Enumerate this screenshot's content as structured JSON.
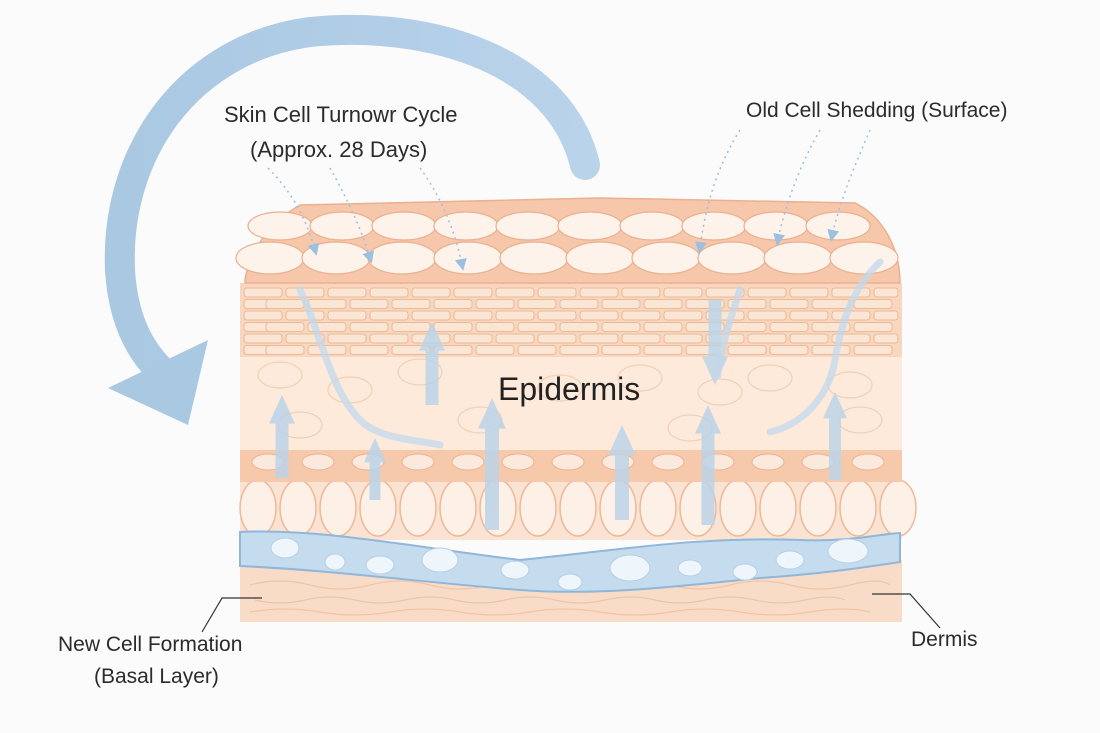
{
  "labels": {
    "cycle_title": "Skin Cell Turnowr Cycle",
    "cycle_duration": "(Approx. 28 Days)",
    "surface_shedding": "Old Cell Shedding (Surface)",
    "layer_name": "Epidermis",
    "basal_title": "New Cell Formation",
    "basal_subtitle": "(Basal Layer)",
    "dermis": "Dermis"
  },
  "colors": {
    "background": "#fbfbfb",
    "cycle_arrow": "#a9c8e2",
    "surface_cells": "#f6d3bd",
    "epidermis_band": "#fdeadb",
    "granular_band": "#f7c9ab",
    "basal_band": "#bcd6ec",
    "dermis": "#f9dcc8",
    "flow_arrows": "#bcd3e8"
  }
}
